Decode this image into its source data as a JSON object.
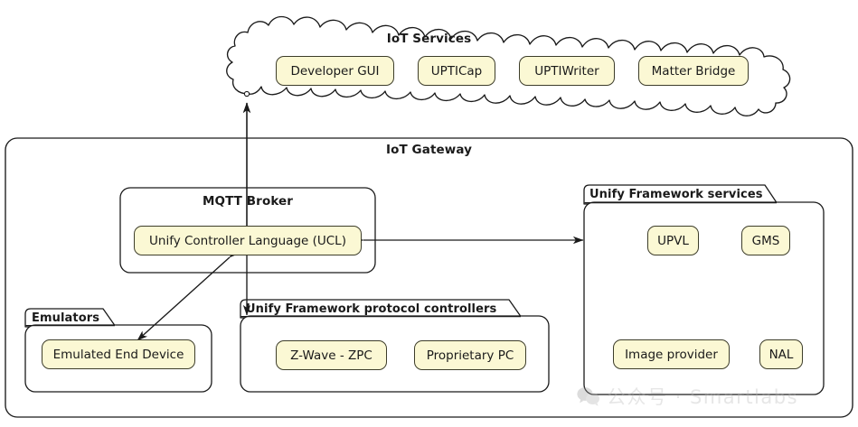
{
  "diagram": {
    "type": "architecture-block-diagram",
    "cloud": {
      "name": "iot-services-cloud",
      "title": "IoT Services",
      "nodes": [
        {
          "label": "Developer GUI"
        },
        {
          "label": "UPTICap"
        },
        {
          "label": "UPTIWriter"
        },
        {
          "label": "Matter Bridge"
        }
      ]
    },
    "gateway": {
      "name": "iot-gateway",
      "title": "IoT Gateway",
      "mqtt_broker": {
        "title": "MQTT Broker",
        "nodes": [
          {
            "label": "Unify Controller Language (UCL)"
          }
        ]
      },
      "emulators": {
        "title": "Emulators",
        "nodes": [
          {
            "label": "Emulated End Device"
          }
        ]
      },
      "protocol_controllers": {
        "title": "Unify Framework protocol controllers",
        "nodes": [
          {
            "label": "Z-Wave - ZPC"
          },
          {
            "label": "Proprietary PC"
          }
        ]
      },
      "framework_services": {
        "title": "Unify Framework services",
        "nodes": [
          {
            "label": "UPVL"
          },
          {
            "label": "GMS"
          },
          {
            "label": "Image provider"
          },
          {
            "label": "NAL"
          }
        ]
      }
    },
    "connectors": [
      {
        "name": "cloud-to-ucl",
        "from": "IoT Services",
        "to": "Unify Controller Language (UCL)",
        "arrow": "both"
      },
      {
        "name": "ucl-to-framework-services",
        "from": "Unify Controller Language (UCL)",
        "to": "Unify Framework services",
        "arrow": "both"
      },
      {
        "name": "ucl-to-protocol-controllers",
        "from": "Unify Controller Language (UCL)",
        "to": "Unify Framework protocol controllers",
        "arrow": "both"
      },
      {
        "name": "ucl-to-emulated-end-device",
        "from": "Unify Controller Language (UCL)",
        "to": "Emulated End Device",
        "arrow": "both"
      }
    ],
    "colors": {
      "node_fill": "#fbf8d4",
      "node_stroke": "#3d3d2a",
      "line": "#1a1a1a",
      "background": "#ffffff"
    },
    "watermark": {
      "text": "公众号 · Smartlabs",
      "icon": "wechat-icon"
    }
  }
}
